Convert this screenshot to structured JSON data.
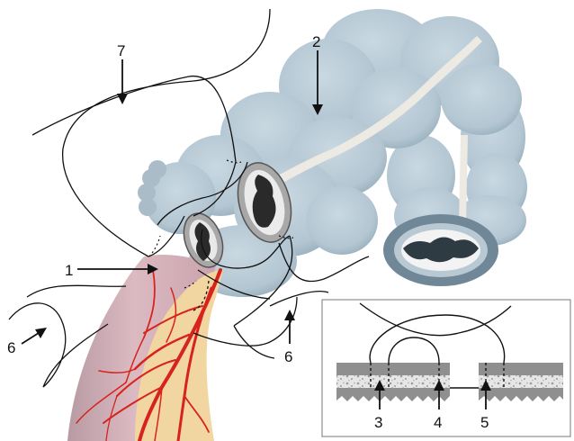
{
  "labels": {
    "l1": "1",
    "l2": "2",
    "l3": "3",
    "l4": "4",
    "l5": "5",
    "l6a": "6",
    "l6b": "6",
    "l7": "7"
  },
  "colors": {
    "colon_fill": "#b8c9d4",
    "colon_shadow": "#8ea5b4",
    "haustra_line": "#eceae2",
    "pink_tube": "#d4b1ba",
    "fat": "#f2d6a2",
    "vessel": "#d8231c",
    "suture": "#111111",
    "inset_tissue": "#8f8f8f",
    "inset_texture": "#d9d9d9"
  }
}
